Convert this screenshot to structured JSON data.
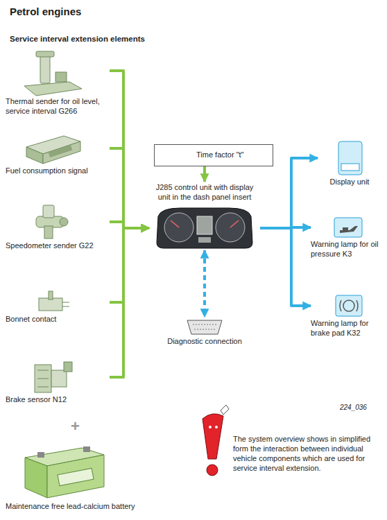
{
  "diagram": {
    "title": "Petrol engines",
    "nodes": [
      {
        "text": [
          "Thermal sender for oil level, service interval G266"
        ]
      },
      {
        "text": [
          "Fuel consumption signal"
        ]
      },
      {
        "text": [
          "Speedometer sender G22"
        ]
      },
      {
        "text": [
          "Bonnet contact"
        ]
      },
      {
        "text": [
          "Brake sensor N12"
        ]
      },
      {
        "text": [
          "Time factor \"t\""
        ]
      },
      {
        "text": [
          "J285 control unit with display unit in the dash panel insert"
        ]
      },
      {
        "text": [
          "Diagnostic connection"
        ]
      },
      {
        "text": [
          "Display unit"
        ]
      },
      {
        "text": [
          "Warning lamp for oil pressure K3"
        ]
      },
      {
        "text": [
          "Warning lamp for brake pad K32"
        ]
      },
      {
        "text": [
          "Maintenance free lead-calcium battery"
        ]
      }
    ],
    "edges": [
      {
        "from": 0,
        "to": 6,
        "arrow": "to"
      },
      {
        "from": 1,
        "to": 6,
        "arrow": "to"
      },
      {
        "from": 2,
        "to": 6,
        "arrow": "to"
      },
      {
        "from": 3,
        "to": 6,
        "arrow": "to"
      },
      {
        "from": 4,
        "to": 6,
        "arrow": "to"
      },
      {
        "from": 5,
        "to": 6,
        "arrow": "to"
      },
      {
        "from": 6,
        "to": 7,
        "arrow": "both"
      },
      {
        "from": 6,
        "to": 8,
        "arrow": "to"
      },
      {
        "from": 6,
        "to": 9,
        "arrow": "to"
      },
      {
        "from": 6,
        "to": 10,
        "arrow": "to"
      }
    ],
    "labels": [
      "Service interval extension elements",
      "224_036",
      "+",
      "The system overview shows in simplified form the interaction between individual vehicle components which are used for service interval extension."
    ]
  }
}
